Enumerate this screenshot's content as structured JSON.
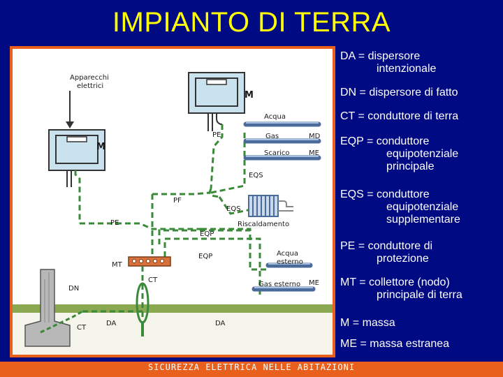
{
  "title": "IMPIANTO DI TERRA",
  "diagram": {
    "apparecchi_line1": "Apparecchi",
    "apparecchi_line2": "elettrici",
    "m_top": "M",
    "m_left": "M",
    "acqua": "Acqua",
    "gas": "Gas",
    "scarico": "Scarico",
    "md": "MD",
    "me_top": "ME",
    "pe_top": "PE",
    "eqs_top": "EQS",
    "pf": "PF",
    "eqs_mid": "EQS",
    "pe_left": "PE",
    "riscaldamento": "Riscaldamento",
    "eqp_mid": "EQP",
    "mt": "MT",
    "eqp_low": "EQP",
    "acqua_esterno_1": "Acqua",
    "acqua_esterno_2": "esterno",
    "ct_mid": "CT",
    "dn": "DN",
    "gas_esterno": "Gas esterno",
    "me_low": "ME",
    "da_left": "DA",
    "da_mid": "DA",
    "ct_low": "CT"
  },
  "legend": [
    {
      "line1": "DA = dispersore",
      "line2": "intenzionale",
      "line3": ""
    },
    {
      "line1": "DN = dispersore di fatto",
      "line2": "",
      "line3": ""
    },
    {
      "line1": "CT = conduttore di terra",
      "line2": "",
      "line3": ""
    },
    {
      "line1": "EQP = conduttore",
      "line2": "equipotenziale",
      "line3": "principale"
    },
    {
      "line1": "EQS = conduttore",
      "line2": "equipotenziale",
      "line3": "supplementare"
    },
    {
      "line1": "PE = conduttore di",
      "line2": "protezione",
      "line3": ""
    },
    {
      "line1": "MT = collettore (nodo)",
      "line2": "principale di terra",
      "line3": ""
    },
    {
      "line1": "M = massa",
      "line2": "",
      "line3": ""
    },
    {
      "line1": "ME = massa estranea",
      "line2": "",
      "line3": ""
    }
  ],
  "footer": "SICUREZZA ELETTRICA NELLE ABITAZIONI",
  "colors": {
    "background": "#000a82",
    "title": "#ffff00",
    "frame": "#e8601c",
    "conductor": "#3a8a3a",
    "pipe": "#4a6a9a",
    "ground": "#8aa850",
    "collector": "#d8703a"
  }
}
